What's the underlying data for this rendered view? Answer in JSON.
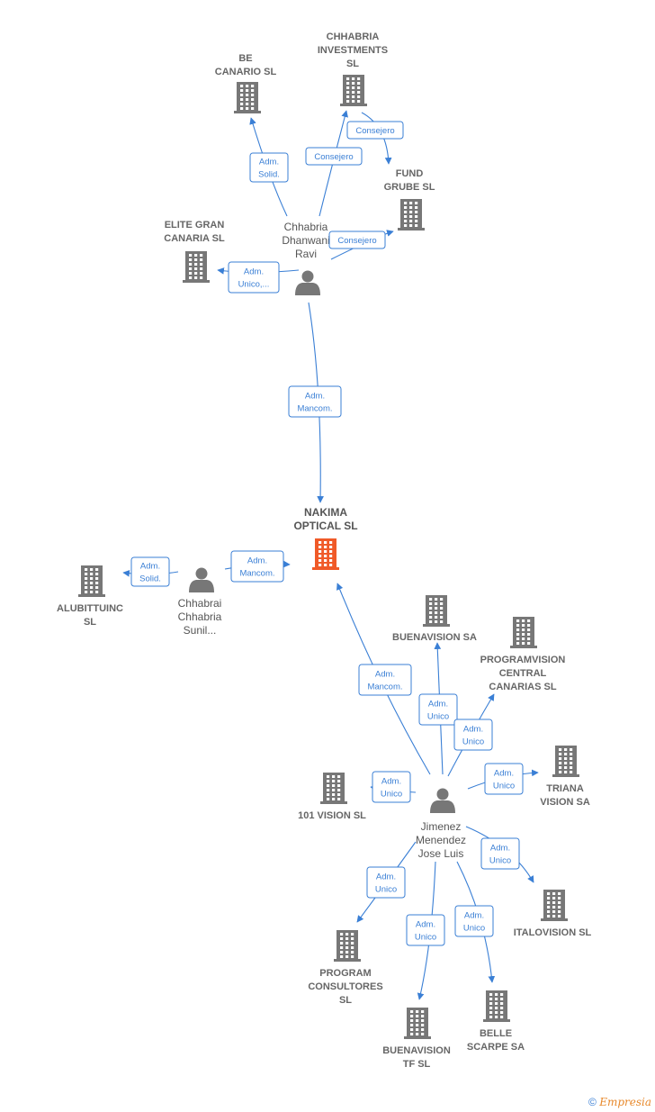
{
  "colors": {
    "edge": "#3a7fd5",
    "company": "#777777",
    "focus_company": "#f05a28",
    "person": "#777777",
    "text": "#666666"
  },
  "companies": [
    {
      "id": "be",
      "lines": [
        "BE",
        "CANARIO  SL"
      ]
    },
    {
      "id": "chhinv",
      "lines": [
        "CHHABRIA",
        "INVESTMENTS",
        "SL"
      ]
    },
    {
      "id": "fund",
      "lines": [
        "FUND",
        "GRUBE SL"
      ]
    },
    {
      "id": "elite",
      "lines": [
        "ELITE GRAN",
        "CANARIA  SL"
      ]
    },
    {
      "id": "nakima",
      "lines": [
        "NAKIMA",
        "OPTICAL  SL"
      ],
      "focus": true
    },
    {
      "id": "alub",
      "lines": [
        "ALUBITTUINC",
        "SL"
      ]
    },
    {
      "id": "buena",
      "lines": [
        "BUENAVISION SA"
      ]
    },
    {
      "id": "progv",
      "lines": [
        "PROGRAMVISION",
        "CENTRAL",
        "CANARIAS  SL"
      ]
    },
    {
      "id": "triana",
      "lines": [
        "TRIANA",
        "VISION SA"
      ]
    },
    {
      "id": "v101",
      "lines": [
        "101 VISION  SL"
      ]
    },
    {
      "id": "italo",
      "lines": [
        "ITALOVISION SL"
      ]
    },
    {
      "id": "progc",
      "lines": [
        "PROGRAM",
        "CONSULTORES",
        "SL"
      ]
    },
    {
      "id": "buenatf",
      "lines": [
        "BUENAVISION",
        "TF  SL"
      ]
    },
    {
      "id": "belle",
      "lines": [
        "BELLE",
        "SCARPE SA"
      ]
    }
  ],
  "persons": [
    {
      "id": "ravi",
      "lines": [
        "Chhabria",
        "Dhanwani",
        "Ravi"
      ]
    },
    {
      "id": "sunil",
      "lines": [
        "Chhabrai",
        "Chhabria",
        "Sunil..."
      ]
    },
    {
      "id": "jose",
      "lines": [
        "Jimenez",
        "Menendez",
        "Jose Luis"
      ]
    }
  ],
  "edges": [
    {
      "id": "ravi-be",
      "label": [
        "Adm.",
        "Solid."
      ]
    },
    {
      "id": "ravi-chhinv",
      "label": [
        "Consejero"
      ]
    },
    {
      "id": "chhinv-fund",
      "label": [
        "Consejero"
      ]
    },
    {
      "id": "ravi-fund",
      "label": [
        "Consejero"
      ]
    },
    {
      "id": "ravi-elite",
      "label": [
        "Adm.",
        "Unico,..."
      ]
    },
    {
      "id": "ravi-nakima",
      "label": [
        "Adm.",
        "Mancom."
      ]
    },
    {
      "id": "sunil-alub",
      "label": [
        "Adm.",
        "Solid."
      ]
    },
    {
      "id": "sunil-nakima",
      "label": [
        "Adm.",
        "Mancom."
      ]
    },
    {
      "id": "jose-nakima",
      "label": [
        "Adm.",
        "Mancom."
      ]
    },
    {
      "id": "jose-buena",
      "label": [
        "Adm.",
        "Unico"
      ]
    },
    {
      "id": "jose-progv",
      "label": [
        "Adm.",
        "Unico"
      ]
    },
    {
      "id": "jose-triana",
      "label": [
        "Adm.",
        "Unico"
      ]
    },
    {
      "id": "jose-v101",
      "label": [
        "Adm.",
        "Unico"
      ]
    },
    {
      "id": "jose-italo",
      "label": [
        "Adm.",
        "Unico"
      ]
    },
    {
      "id": "jose-progc",
      "label": [
        "Adm.",
        "Unico"
      ]
    },
    {
      "id": "jose-buenatf",
      "label": [
        "Adm.",
        "Unico"
      ]
    },
    {
      "id": "jose-belle",
      "label": [
        "Adm.",
        "Unico"
      ]
    }
  ],
  "footer": {
    "copyright": "©",
    "brand": "Empresia"
  }
}
